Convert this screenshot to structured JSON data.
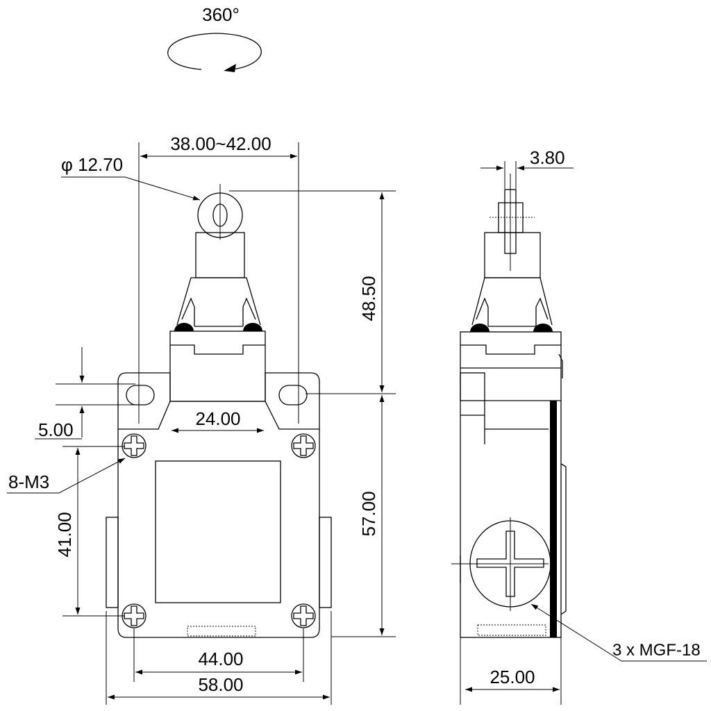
{
  "rotation": {
    "label": "360°"
  },
  "front_view": {
    "roller_width": "38.00~42.00",
    "roller_diameter": "φ 12.70",
    "actuator_height": "48.50",
    "body_height": "57.00",
    "neck_width": "24.00",
    "slot_offset": "5.00",
    "screw_spec": "8-M3",
    "screw_pitch_vertical": "41.00",
    "screw_pitch_horizontal": "44.00",
    "overall_width": "58.00"
  },
  "side_view": {
    "roller_thickness": "3.80",
    "conduit_spec": "3 x MGF-18",
    "overall_depth": "25.00"
  }
}
